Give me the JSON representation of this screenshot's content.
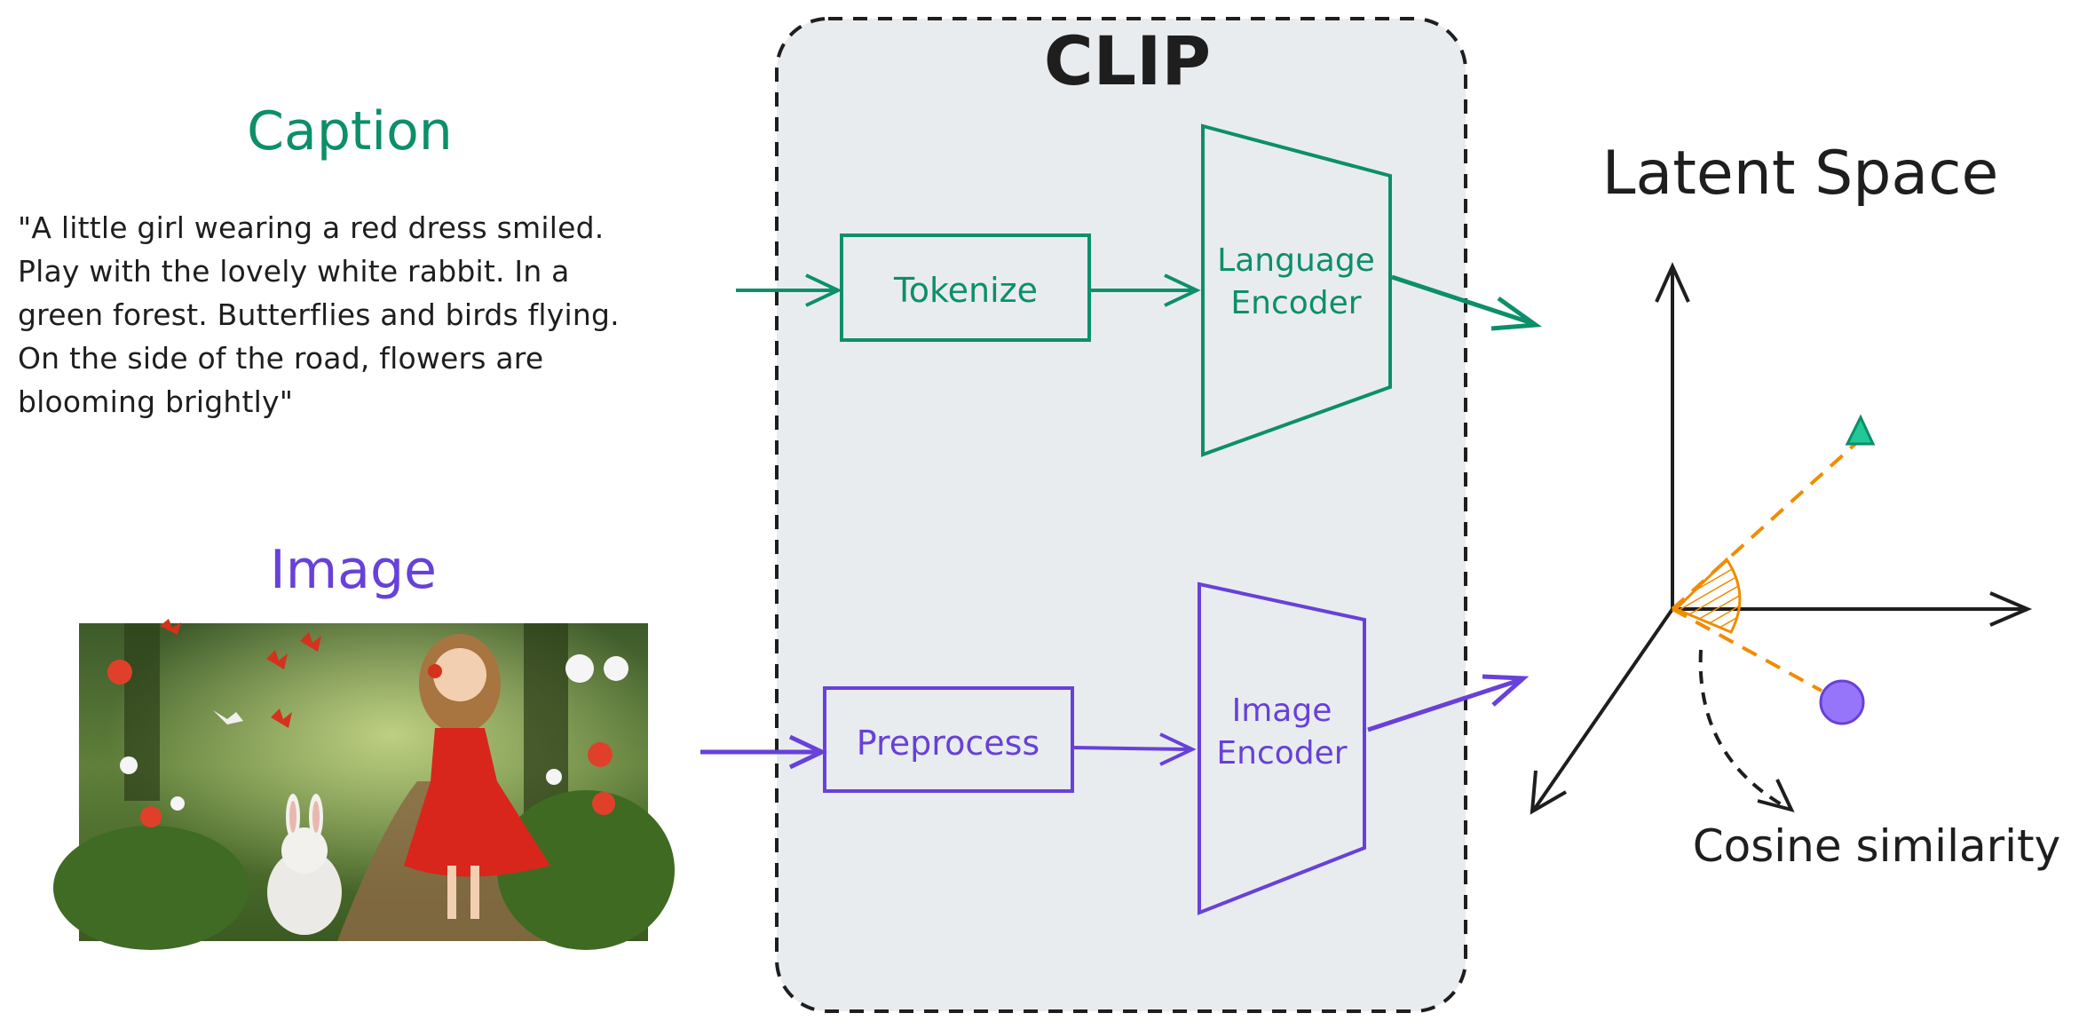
{
  "title": "CLIP",
  "colors": {
    "caption": "#0c8f6a",
    "image": "#6741d9",
    "clip_box_fill": "#e9ecef",
    "clip_box_border": "#1e1e1e",
    "cosine": "#f08c00",
    "text_point": "#20c997",
    "image_point": "#9775fa",
    "axes": "#1e1e1e"
  },
  "caption": {
    "heading": "Caption",
    "lines": [
      "\"A little girl wearing a red dress smiled.",
      "Play with the lovely white rabbit. In a",
      "green forest. Butterflies and birds flying.",
      "On the side of the road, flowers are",
      "blooming brightly\""
    ]
  },
  "image": {
    "heading": "Image"
  },
  "text_pipeline": {
    "step": "Tokenize",
    "encoder_line1": "Language",
    "encoder_line2": "Encoder"
  },
  "image_pipeline": {
    "step": "Preprocess",
    "encoder_line1": "Image",
    "encoder_line2": "Encoder"
  },
  "latent": {
    "title": "Latent Space",
    "similarity_label": "Cosine similarity"
  }
}
